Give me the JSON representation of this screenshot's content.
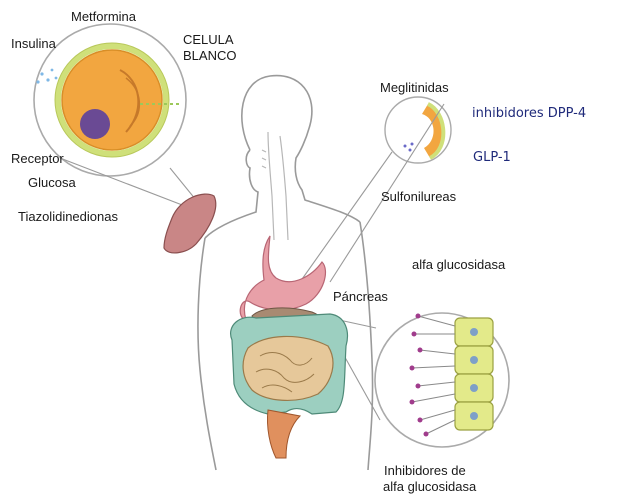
{
  "labels": {
    "metformina": "Metformina",
    "insulina": "Insulina",
    "celula_line1": "CELULA",
    "celula_line2": "BLANCO",
    "meglitinidas": "Meglitinidas",
    "inhibidores_dpp4": "inhibidores DPP-4",
    "glp1": "GLP-1",
    "receptor": "Receptor",
    "glucosa": "Glucosa",
    "sulfonilureas": "Sulfonilureas",
    "tiazolidinedionas": "Tiazolidinedionas",
    "alfa_glucosidasa": "alfa glucosidasa",
    "pancreas": "Páncreas",
    "inhibidores_line1": "Inhibidores de",
    "inhibidores_line2": "alfa glucosidasa"
  },
  "colors": {
    "cell_orange": "#f2a640",
    "membrane_green": "#cfe07a",
    "nucleus_purple": "#6a4a94",
    "liver": "#c98686",
    "stomach": "#e8a0a8",
    "intestine": "#e6c89a",
    "colon": "#9ccfc0",
    "pancreas_cells": "#e3ea8a",
    "label_blue": "#1f2a7a"
  },
  "icons": {
    "target_cell": "cell-with-nucleus",
    "liver": "liver-organ",
    "stomach": "stomach-organ",
    "intestines": "intestines-organ",
    "pancreas": "pancreas-organ",
    "pancreatic_cells": "beta-cell-column"
  }
}
